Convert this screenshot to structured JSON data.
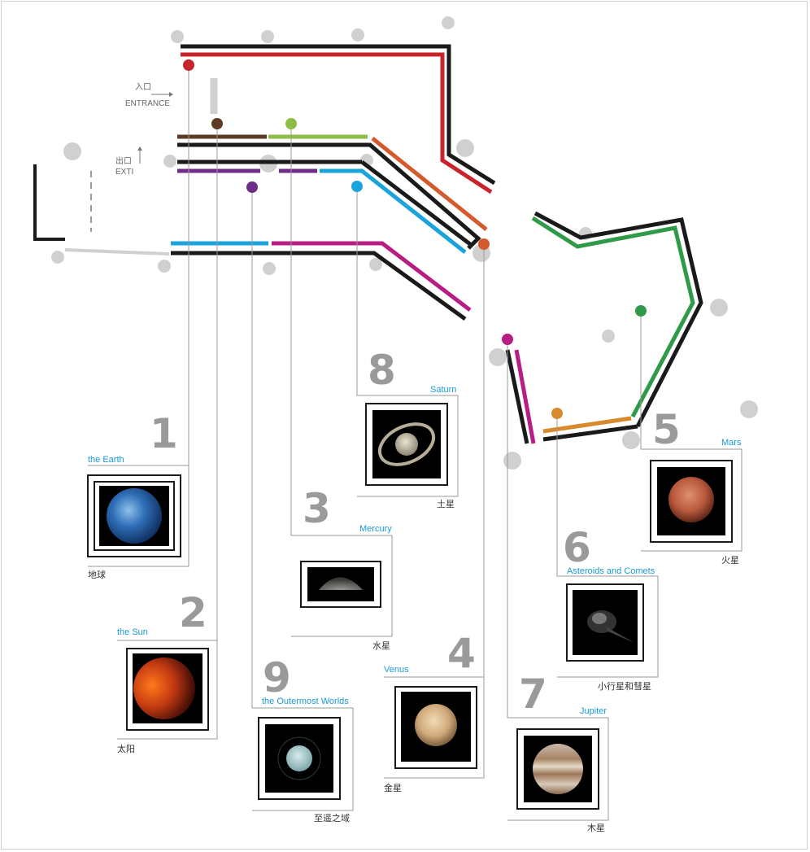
{
  "entrance": {
    "cn": "入口",
    "en": "ENTRANCE"
  },
  "exit": {
    "cn": "出口",
    "en": "EXTI"
  },
  "colors": {
    "red": "#c8242b",
    "black": "#1a1a1a",
    "brown": "#5c3b22",
    "green_lime": "#8cbd45",
    "orange_red": "#d35a2e",
    "purple": "#6e2d86",
    "cyan": "#1ba3dc",
    "magenta": "#b81d84",
    "green": "#2f9a48",
    "orange": "#d98a2c",
    "gray": "#d0d0d0",
    "label_blue": "#1a9ad6",
    "number_gray": "#9a9a9a"
  },
  "exhibits": [
    {
      "number": "1",
      "en": "the  Earth",
      "cn": "地球",
      "image": "earth"
    },
    {
      "number": "2",
      "en": "the Sun",
      "cn": "太阳",
      "image": "sun"
    },
    {
      "number": "3",
      "en": "Mercury",
      "cn": "水星",
      "image": "mercury"
    },
    {
      "number": "4",
      "en": "Venus",
      "cn": "金星",
      "image": "venus"
    },
    {
      "number": "5",
      "en": "Mars",
      "cn": "火星",
      "image": "mars"
    },
    {
      "number": "6",
      "en": "Asteroids and Comets",
      "cn": "小行星和彗星",
      "image": "comet"
    },
    {
      "number": "7",
      "en": "Jupiter",
      "cn": "木星",
      "image": "jupiter"
    },
    {
      "number": "8",
      "en": "Saturn",
      "cn": "土星",
      "image": "saturn"
    },
    {
      "number": "9",
      "en": "the Outermost Worlds",
      "cn": "至遥之域",
      "image": "uranus"
    }
  ]
}
